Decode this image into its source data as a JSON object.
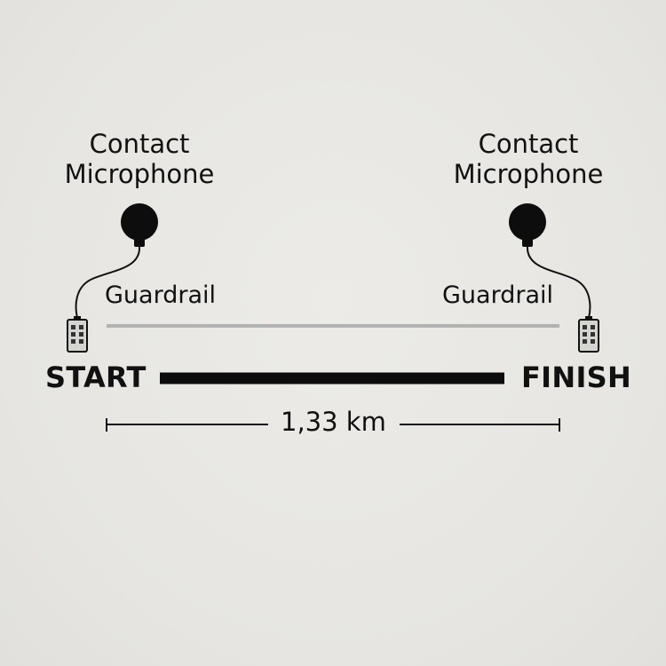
{
  "diagram": {
    "left_mic": {
      "title_line1": "Contact",
      "title_line2": "Microphone",
      "guardrail_label": "Guardrail"
    },
    "right_mic": {
      "title_line1": "Contact",
      "title_line2": "Microphone",
      "guardrail_label": "Guardrail"
    },
    "start_label": "START",
    "finish_label": "FINISH",
    "distance_label": "1,33 km",
    "colors": {
      "background": "#e9e8e4",
      "ink": "#111111",
      "guardrail": "#b2b2b0",
      "track": "#0c0c0c",
      "recorder_body": "#d4d4d0"
    },
    "icons": [
      "contact-microphone-icon",
      "recorder-device-icon"
    ]
  }
}
